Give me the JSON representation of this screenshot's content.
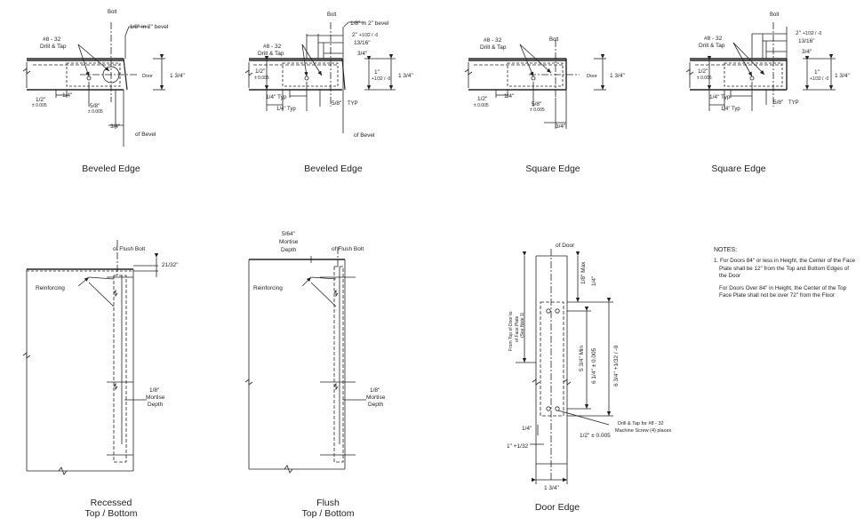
{
  "captions": {
    "d1": "Beveled Edge",
    "d2": "Beveled Edge",
    "d3": "Square Edge",
    "d4": "Square Edge",
    "d5_line1": "Recessed",
    "d5_line2": "Top / Bottom",
    "d6_line1": "Flush",
    "d6_line2": "Top / Bottom",
    "d7": "Door Edge"
  },
  "dims": {
    "bolt": "Bolt",
    "bevel_note": "1/8\" in 2\" bevel",
    "drill_tap_1": "#8 - 32",
    "drill_tap_2": "Drill & Tap",
    "door_cl": "Door",
    "thickness": "1 3/4\"",
    "half": "1/2\"",
    "tol_005": "± 0.005",
    "quarter": "1/4\"",
    "five_eighths": "5/8\"",
    "three_quarters": "3/4\"",
    "of_bevel": "of Bevel",
    "two": "2\"",
    "tol_132": "+1/32 / -0",
    "thirteen_16": "13/16\"",
    "one": "1\"",
    "quarter_typ": "1/4\" Typ",
    "typ": "TYP",
    "of_flush_bolt": "of Flush Bolt",
    "twentyone_32": "21/32\"",
    "reinforcing": "Reinforcing",
    "eighth": "1/8\"",
    "mortise": "Mortise",
    "depth": "Depth",
    "five_64": "5/64\"",
    "of_door": "of Door",
    "eighth_max": "1/8\" Max",
    "five_34_min": "5 3/4\" Min",
    "six_14": "6 1/4\" ± 0.005",
    "six_34": "6 3/4\" +1/32 / -0",
    "from_top_1": "From Top of Door to",
    "from_top_2": "of Face Plate",
    "from_top_3": "(See Note 1)",
    "drill_tap_8_1": "Drill & Tap for #8 - 32",
    "drill_tap_8_2": "Machine Screw (4) places",
    "one_132": "1\" +1/32",
    "half_005": "1/2\" ± 0.005",
    "one_three_quarters": "1 3/4\""
  },
  "notes": {
    "heading": "NOTES:",
    "item1": "1.  For Doors 84\" or less in Height, the Center of the Face Plate shall be 12\" from the Top and Bottom Edges of the Door",
    "item2": "For Doors Over 84\" in Height, the Center of the Top Face Plate shall not be over 72\" from the Floor"
  }
}
